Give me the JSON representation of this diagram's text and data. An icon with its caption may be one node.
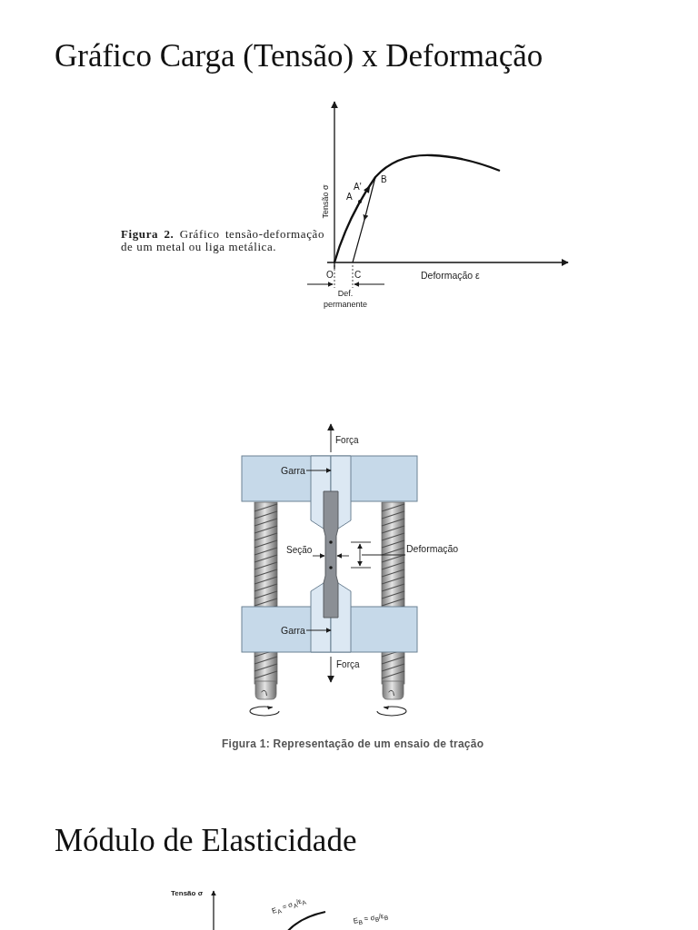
{
  "diagram": {
    "title": "Gráfico Carga (Tensão) x Deformação",
    "nodes": [
      {
        "text": [
          "Garra"
        ]
      },
      {
        "text": [],
        "shape": "box"
      },
      {
        "text": [],
        "shape": "box"
      },
      {
        "text": [
          "Garra"
        ]
      },
      {
        "text": [],
        "shape": "box"
      },
      {
        "text": [],
        "shape": "box"
      },
      {
        "text": [
          "Deformação"
        ]
      }
    ],
    "edges": [
      {
        "from": 0,
        "to": 2,
        "arrow": "to"
      },
      {
        "from": 3,
        "to": 5,
        "arrow": "to"
      },
      {
        "from": 6,
        "to": null,
        "arrow": "none"
      }
    ],
    "labels": [
      "Tensão σ",
      "A'",
      "B",
      "A",
      "**Figura 2.** Gráfico tensão-deformação de um metal ou liga metálica.",
      "O",
      "C",
      "Deformação ε",
      "Def. permanente",
      "Força",
      "Seção",
      "Força",
      "Figura 1: Representação de um ensaio de tração",
      "Módulo de Elasticidade",
      "Tensão σ",
      "E$_{A}$ = σ$_{A}$/ε$_{A}$",
      "E$_{B}$ = σ$_{B}$/ε$_{B}$"
    ]
  }
}
